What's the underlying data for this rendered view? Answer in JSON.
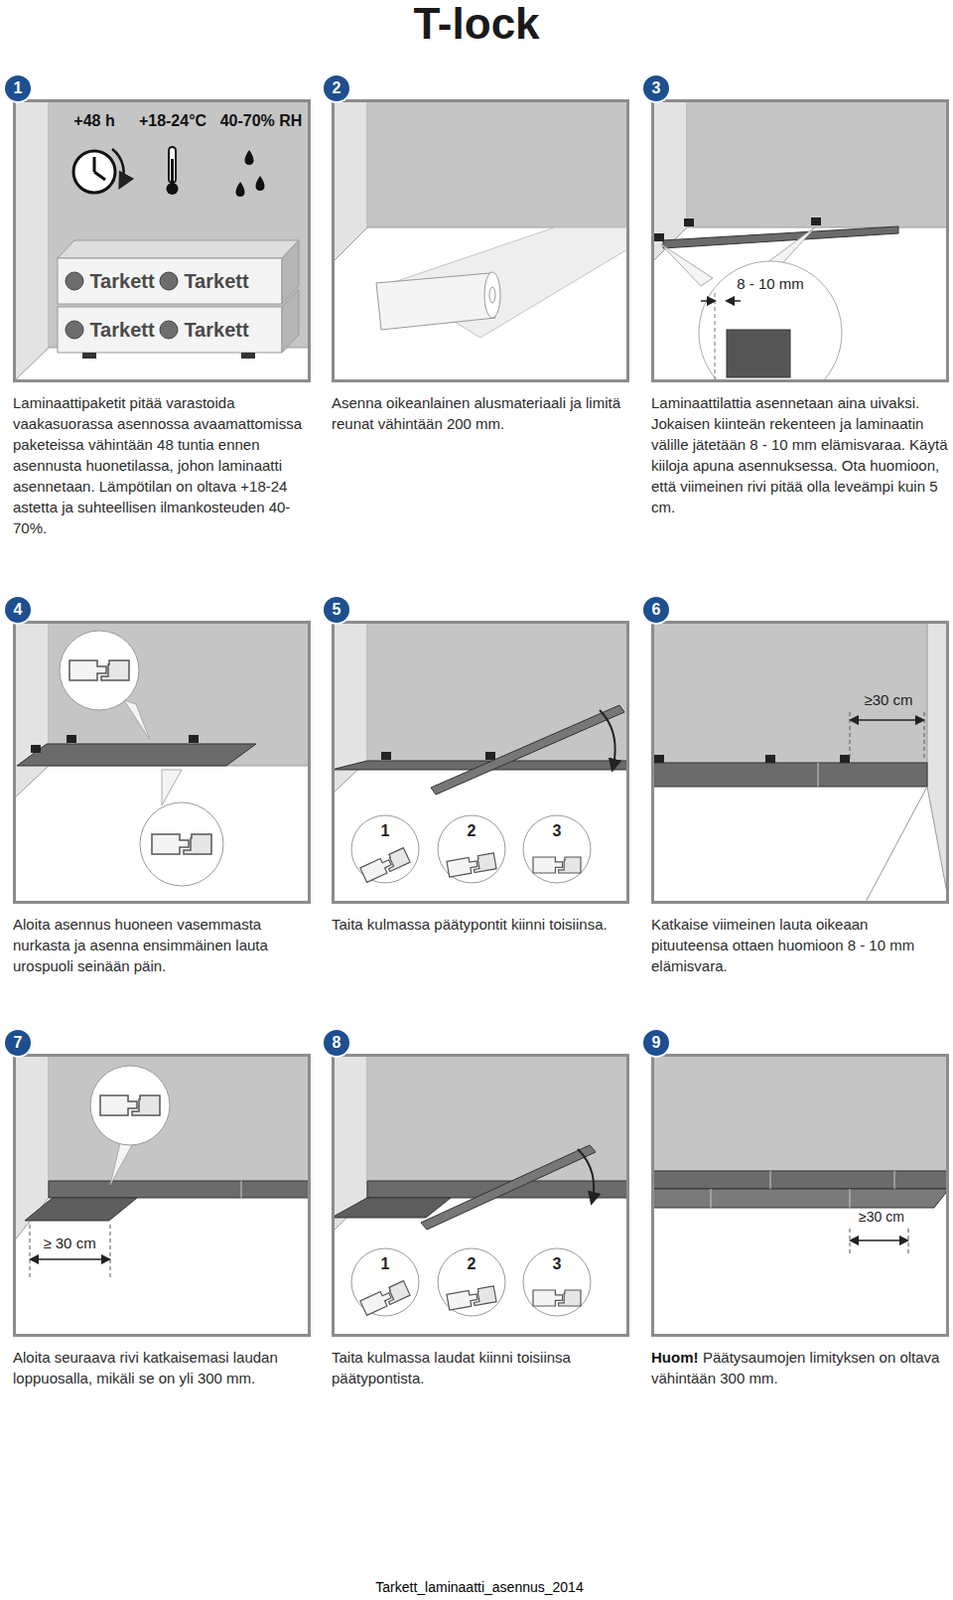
{
  "diagram": {
    "title": "T-lock",
    "nodes": [
      {
        "text": [
          "Laminaattipaketit pitää varastoida vaakasuorassa asennossa avaamattomissa paketeissa vähintään 48 tuntia ennen asennusta huonetilassa, johon laminaatti asennetaan. Lämpötilan on oltava +18-24 astetta ja suhteellisen ilmankosteuden 40-70%."
        ]
      },
      {
        "text": [
          "1"
        ],
        "in": 0
      },
      {
        "text": [
          "Asenna oikeanlainen alusmateriaali ja limitä reunat vähintään 200 mm."
        ]
      },
      {
        "text": [
          "2"
        ],
        "in": 2
      },
      {
        "text": [
          "Laminaattilattia asennetaan aina uivaksi. Jokaisen kiinteän rekenteen ja laminaatin välille jätetään 8 - 10 mm elämisvaraa. Käytä kiiloja apuna asennuksessa. Ota huomioon, että viimeinen rivi pitää olla leveämpi kuin 5 cm."
        ]
      },
      {
        "text": [
          "3"
        ],
        "in": 4
      },
      {
        "text": [
          "Aloita asennus huoneen vasemmasta nurkasta ja asenna ensimmäinen lauta urospuoli seinään päin."
        ]
      },
      {
        "text": [
          "4"
        ],
        "in": 6
      },
      {
        "text": [
          "Taita kulmassa päätypontit kiinni toisiinsa."
        ]
      },
      {
        "text": [
          "5"
        ],
        "in": 8
      },
      {
        "text": [
          "Katkaise viimeinen lauta oikeaan pituuteensa ottaen huomioon 8 - 10 mm elämisvara."
        ]
      },
      {
        "text": [
          "6"
        ],
        "in": 10
      },
      {
        "text": [
          "Aloita seuraava rivi katkaisemasi laudan loppuosalla, mikäli se on yli 300 mm."
        ]
      },
      {
        "text": [
          "7"
        ],
        "in": 12
      },
      {
        "text": [
          "Taita kulmassa laudat kiinni toisiinsa päätypontista."
        ]
      },
      {
        "text": [
          "8"
        ],
        "in": 14
      },
      {
        "text": [
          "Huom!",
          "Päätysaumojen limityksen on oltava vähintään 300 mm."
        ]
      },
      {
        "text": [
          "9"
        ],
        "in": 16
      }
    ],
    "labels": [
      "+48 h",
      "+18-24°C",
      "40-70% RH",
      "Tarkett",
      "Tarkett",
      "Tarkett",
      "Tarkett",
      "8 - 10 mm",
      "1",
      "2",
      "3",
      "≥30 cm",
      "≥ 30 cm",
      "1",
      "2",
      "3",
      "≥30 cm",
      "Tarkett_laminaatti_asennus_2014"
    ]
  }
}
